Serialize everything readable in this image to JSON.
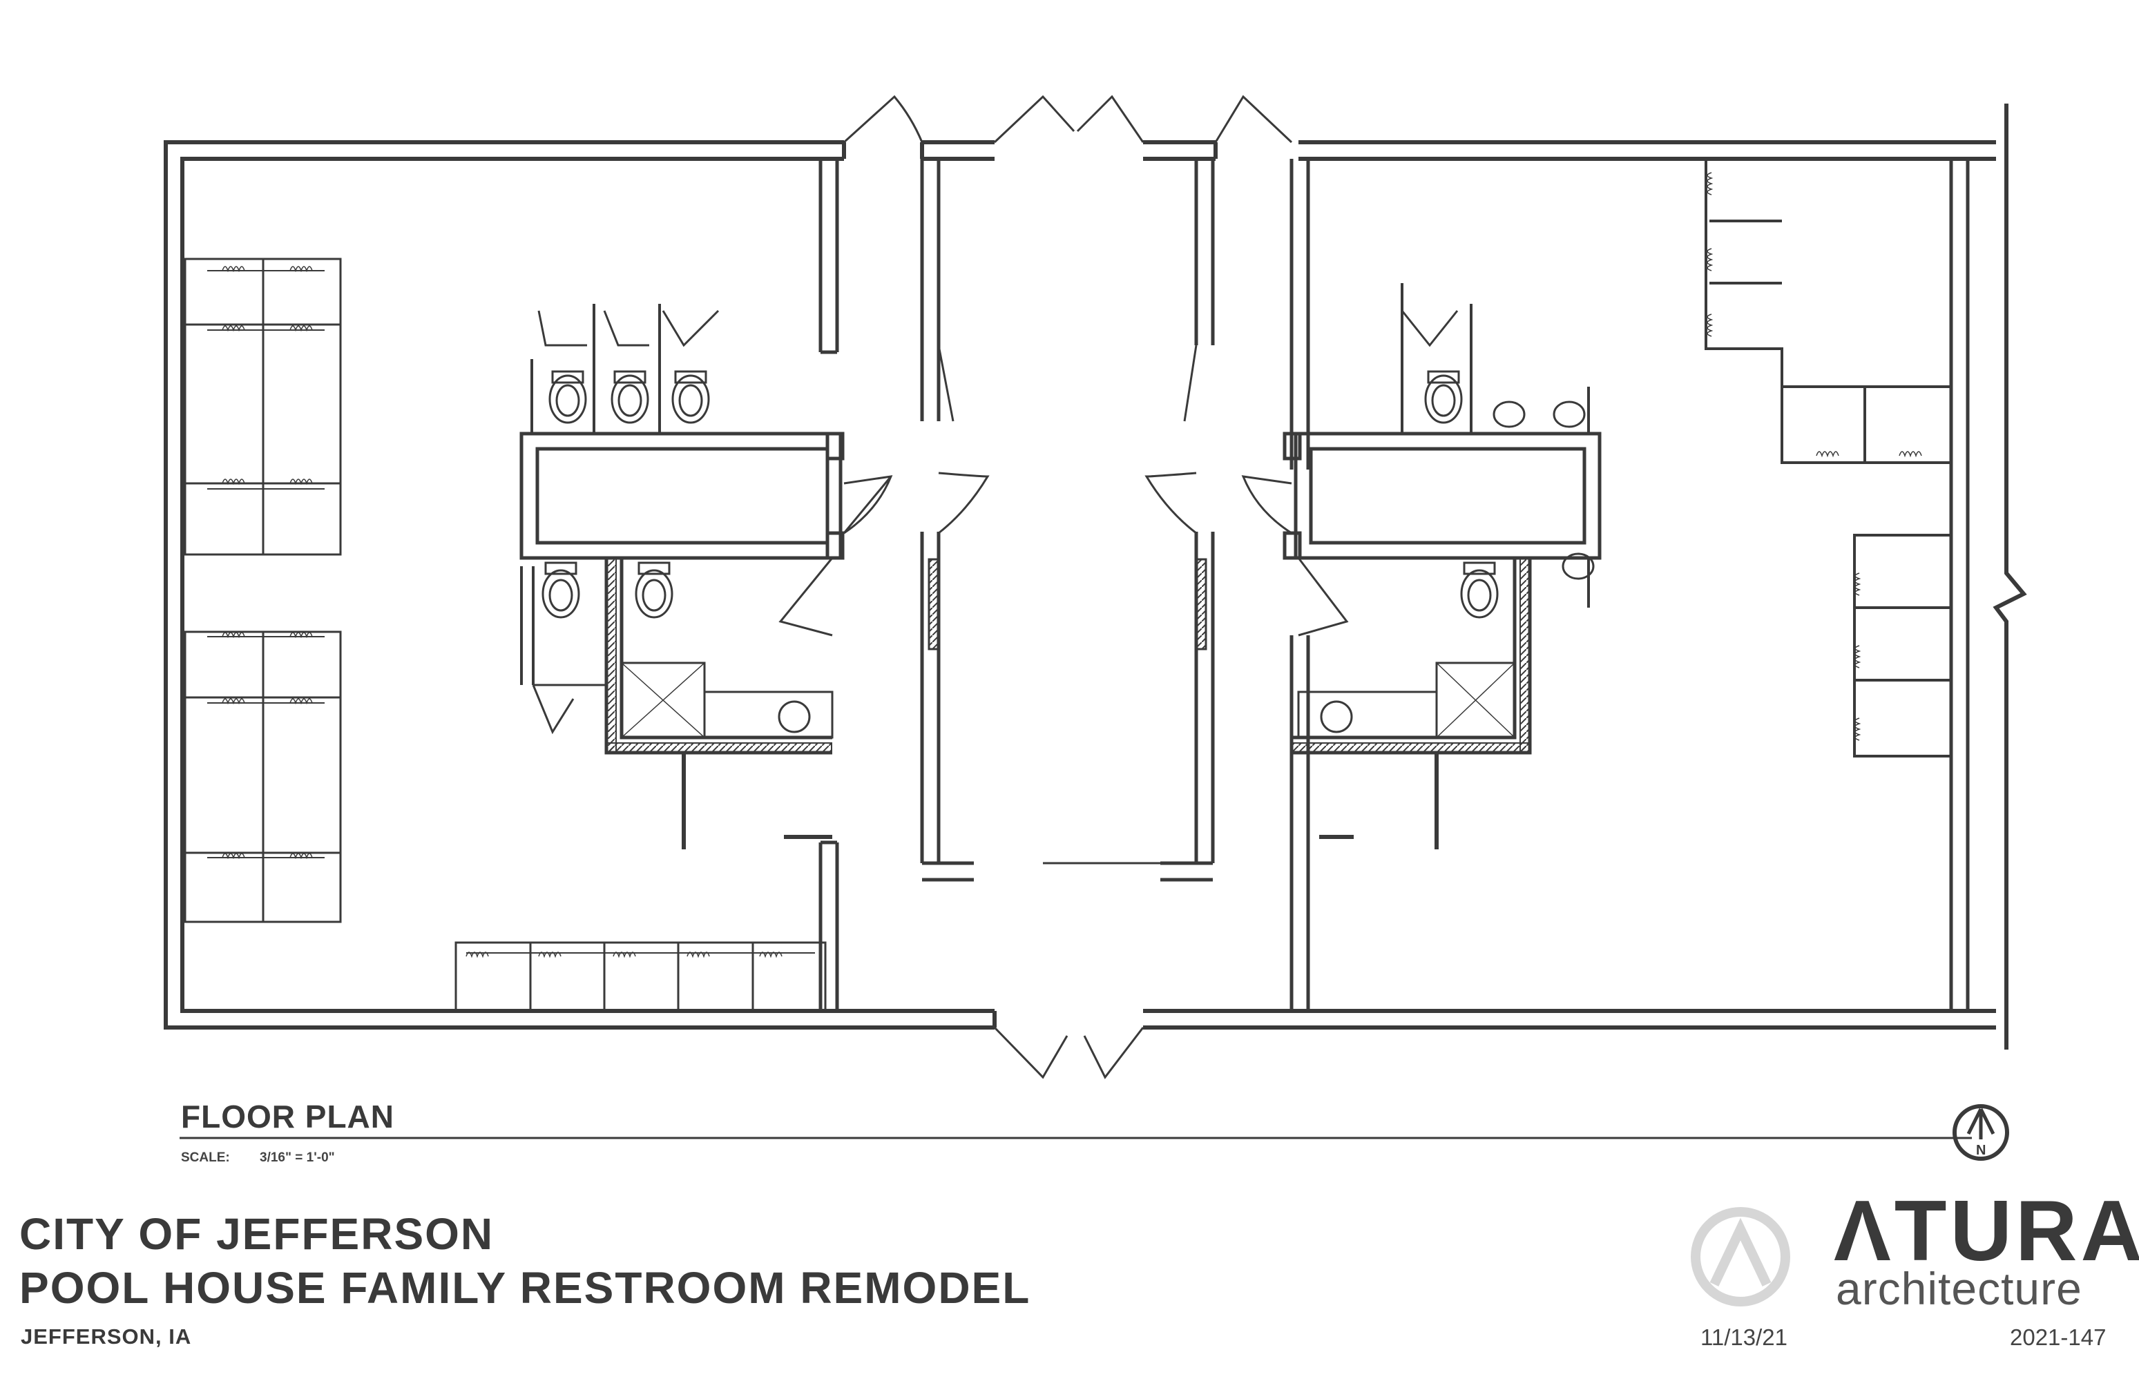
{
  "drawing": {
    "title": "FLOOR PLAN",
    "scale_label": "SCALE:",
    "scale_value": "3/16\" = 1'-0\"",
    "north_arrow_letter": "N"
  },
  "title_block": {
    "line1": "CITY OF JEFFERSON",
    "line2": "POOL HOUSE FAMILY RESTROOM REMODEL",
    "location": "JEFFERSON, IA",
    "brand": "ΛTURA",
    "brand_sub": "architecture",
    "date": "11/13/21",
    "project_number": "2021-147"
  },
  "icons": {
    "north_arrow": "north-arrow-icon",
    "brand_logo": "atura-logo-icon"
  },
  "colors": {
    "line": "#3a3a3a",
    "text": "#333333",
    "logo_faded": "#d6d6d6"
  }
}
